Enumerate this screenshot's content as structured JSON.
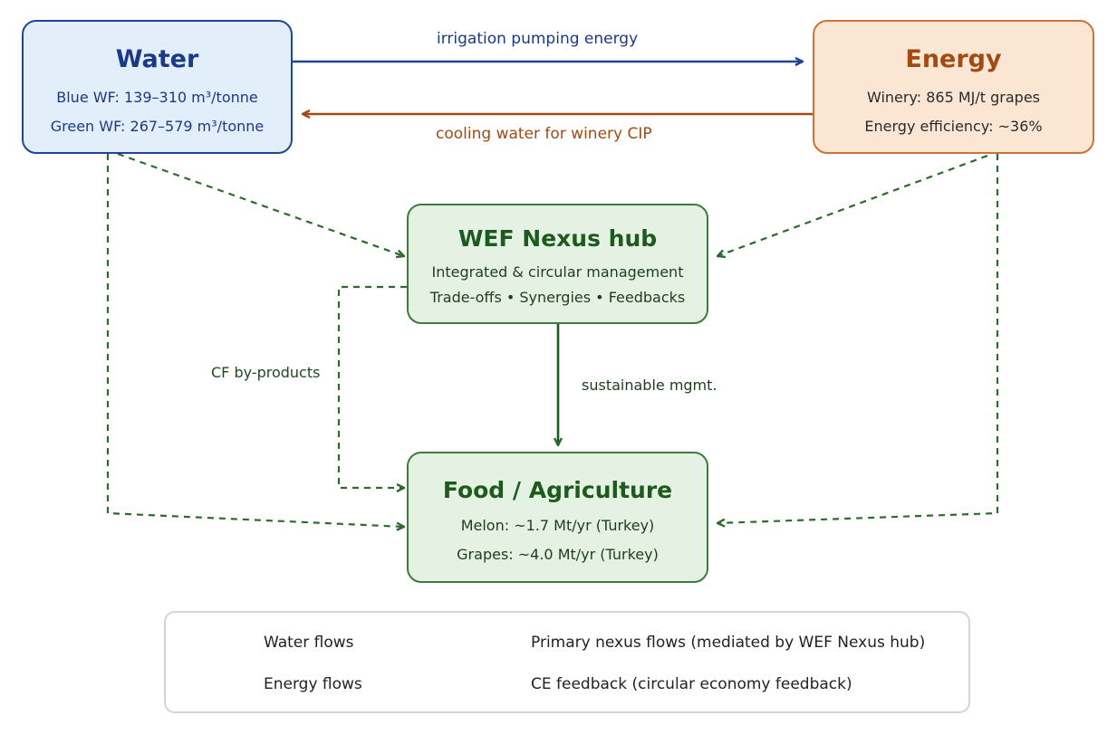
{
  "colors": {
    "water": "#1f4597",
    "energy": "#a14a14",
    "nexus": "#2d6a2d",
    "feedback": "#1d5a1d"
  },
  "nodes": {
    "water": {
      "title": "Water",
      "lines": [
        "Blue WF: 139–310 m³/tonne",
        "Green WF: 267–579 m³/tonne"
      ]
    },
    "energy": {
      "title": "Energy",
      "lines": [
        "Winery: 865 MJ/t grapes",
        "Energy efficiency: ~36%"
      ]
    },
    "hub": {
      "title": "WEF Nexus hub",
      "lines": [
        "Integrated & circular management",
        "Trade-offs • Synergies • Feedbacks"
      ]
    },
    "food": {
      "title": "Food / Agriculture",
      "lines": [
        "Melon: ~1.7 Mt/yr (Turkey)",
        "Grapes: ~4.0 Mt/yr (Turkey)"
      ]
    }
  },
  "edges": [
    {
      "from": "water",
      "to": "energy",
      "type": "water",
      "label": "irrigation pumping energy"
    },
    {
      "from": "energy",
      "to": "water",
      "type": "energy",
      "label": "cooling water for winery CIP"
    },
    {
      "from": "water",
      "to": "hub",
      "type": "primary",
      "label": ""
    },
    {
      "from": "energy",
      "to": "hub",
      "type": "primary",
      "label": ""
    },
    {
      "from": "hub",
      "to": "food",
      "type": "feedback",
      "label": "sustainable mgmt."
    },
    {
      "from": "hub",
      "to": "food",
      "type": "primary",
      "label": "CF by-products"
    },
    {
      "from": "water",
      "to": "food",
      "type": "primary",
      "label": ""
    },
    {
      "from": "energy",
      "to": "food",
      "type": "primary",
      "label": ""
    }
  ],
  "edge_labels": {
    "irrigation": "irrigation pumping energy",
    "cooling": "cooling water for winery CIP",
    "cf": "CF by-products",
    "sustainable": "sustainable mgmt."
  },
  "legend": {
    "water": "Water flows",
    "energy": "Energy flows",
    "primary": "Primary nexus flows (mediated by WEF Nexus hub)",
    "feedback": "CE feedback (circular economy feedback)"
  }
}
